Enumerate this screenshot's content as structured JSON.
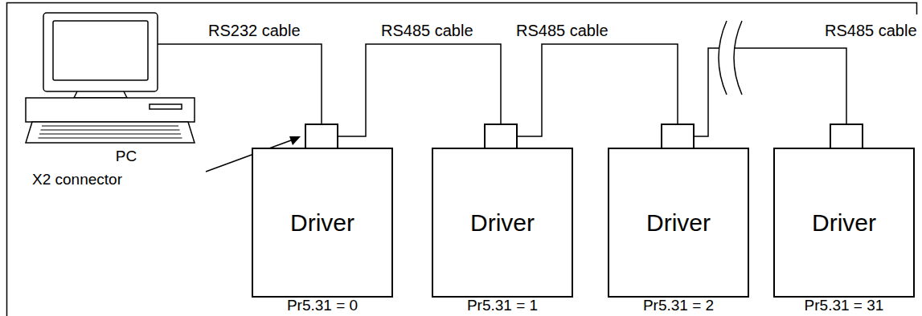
{
  "diagram": {
    "nodes": [
      {
        "text": [
          "PC"
        ]
      },
      {
        "text": [
          "Driver"
        ]
      },
      {
        "text": [
          "Driver"
        ]
      },
      {
        "text": [
          "Driver"
        ]
      },
      {
        "text": [
          "Driver"
        ]
      }
    ],
    "edges": [
      {
        "from": 0,
        "to": 1,
        "arrow": "none",
        "label": "RS232 cable"
      },
      {
        "from": 1,
        "to": 2,
        "arrow": "none",
        "label": "RS485 cable"
      },
      {
        "from": 2,
        "to": 3,
        "arrow": "none",
        "label": "RS485 cable"
      },
      {
        "from": 3,
        "to": 4,
        "arrow": "none",
        "label": "RS485 cable"
      }
    ],
    "labels": [
      "X2 connector",
      "Pr5.31 = 0",
      "Pr5.31 = 1",
      "Pr5.31 = 2",
      "Pr5.31 = 31"
    ]
  }
}
